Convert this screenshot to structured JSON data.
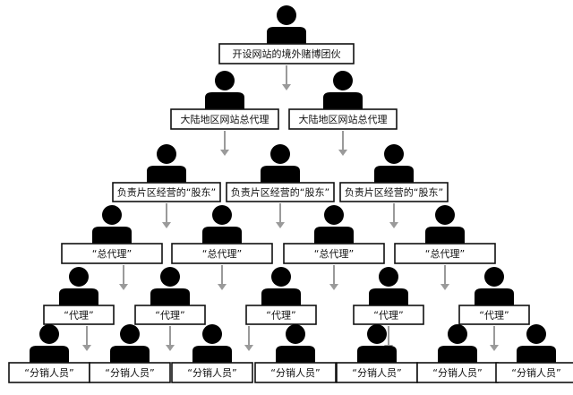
{
  "colors": {
    "person": "#000000",
    "box_border": "#111111",
    "box_fill": "#ffffff",
    "arrow": "#9a9a9a",
    "text": "#111111"
  },
  "levels": [
    {
      "role": "开设网站的境外赌博团伙",
      "count": 1
    },
    {
      "role": "大陆地区网站总代理",
      "count": 2
    },
    {
      "role": "负责片区经营的“股东”",
      "count": 3
    },
    {
      "role": "“总代理”",
      "count": 4
    },
    {
      "role": "“代理”",
      "count": 5
    },
    {
      "role": "“分销人员”",
      "count": 7
    }
  ]
}
